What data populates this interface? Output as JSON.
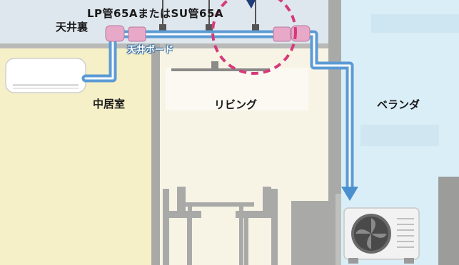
{
  "labels": {
    "pipe_spec": "LP管65AまたはSU管65A",
    "attic": "天井裏",
    "ceiling_board": "天井ボード",
    "middle_room": "中居室",
    "living": "リビング",
    "veranda": "ベランダ"
  },
  "colors": {
    "pipe_blue": "#5b9bd5",
    "joint_pink": "#e8a8c8",
    "highlight_pink": "#d63a7a",
    "attic_bg": "#dfe7ee",
    "middle_room_bg": "#f6f0c8",
    "living_bg": "#f7f4e6",
    "veranda_bg": "#d9eef7",
    "wall_gray": "#a9aaa8"
  }
}
